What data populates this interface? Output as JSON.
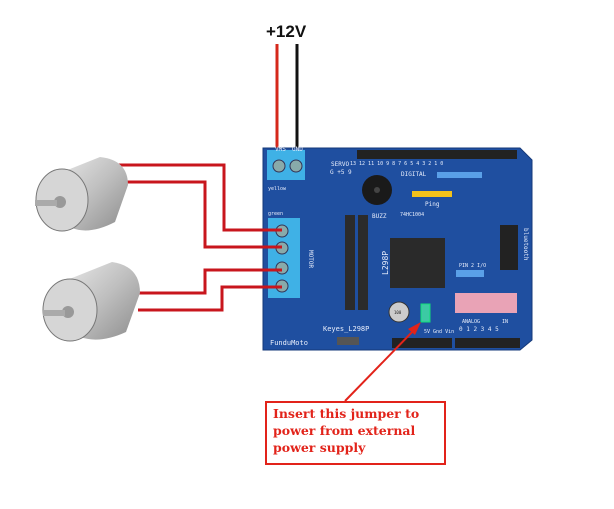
{
  "power_label": "+12V",
  "callout": {
    "lines": [
      "Insert this jumper to",
      "power from external",
      "power supply"
    ]
  },
  "board": {
    "name": "Keyes_L298P",
    "brand": "FunduMoto",
    "chip": "L298P",
    "labels": {
      "vms": "VMS",
      "gnd": "GND",
      "servo": "SERVO",
      "servo_pins": "G +5 9",
      "digital": "DIGITAL",
      "buzz": "BUZZ",
      "ping": "Ping",
      "motor": "MOTOR",
      "bluetooth": "bluetooth",
      "analog": "ANALOG",
      "in": "IN",
      "analog_pins": "0 1 2 3 4 5",
      "digital_pins": "13 12 11 10 9 8   7 6 5 4 3 2 1 0",
      "yellow": "yellow",
      "green": "green",
      "hc": "74HC1004",
      "cap": "100",
      "pin": "PIN 2 I/O",
      "power_pins": "5V Gnd Vin"
    }
  },
  "colors": {
    "wire_red": "#c8161d",
    "board": "#1f4fa0",
    "terminal": "#3fb1e6",
    "callout": "#e2231a"
  }
}
